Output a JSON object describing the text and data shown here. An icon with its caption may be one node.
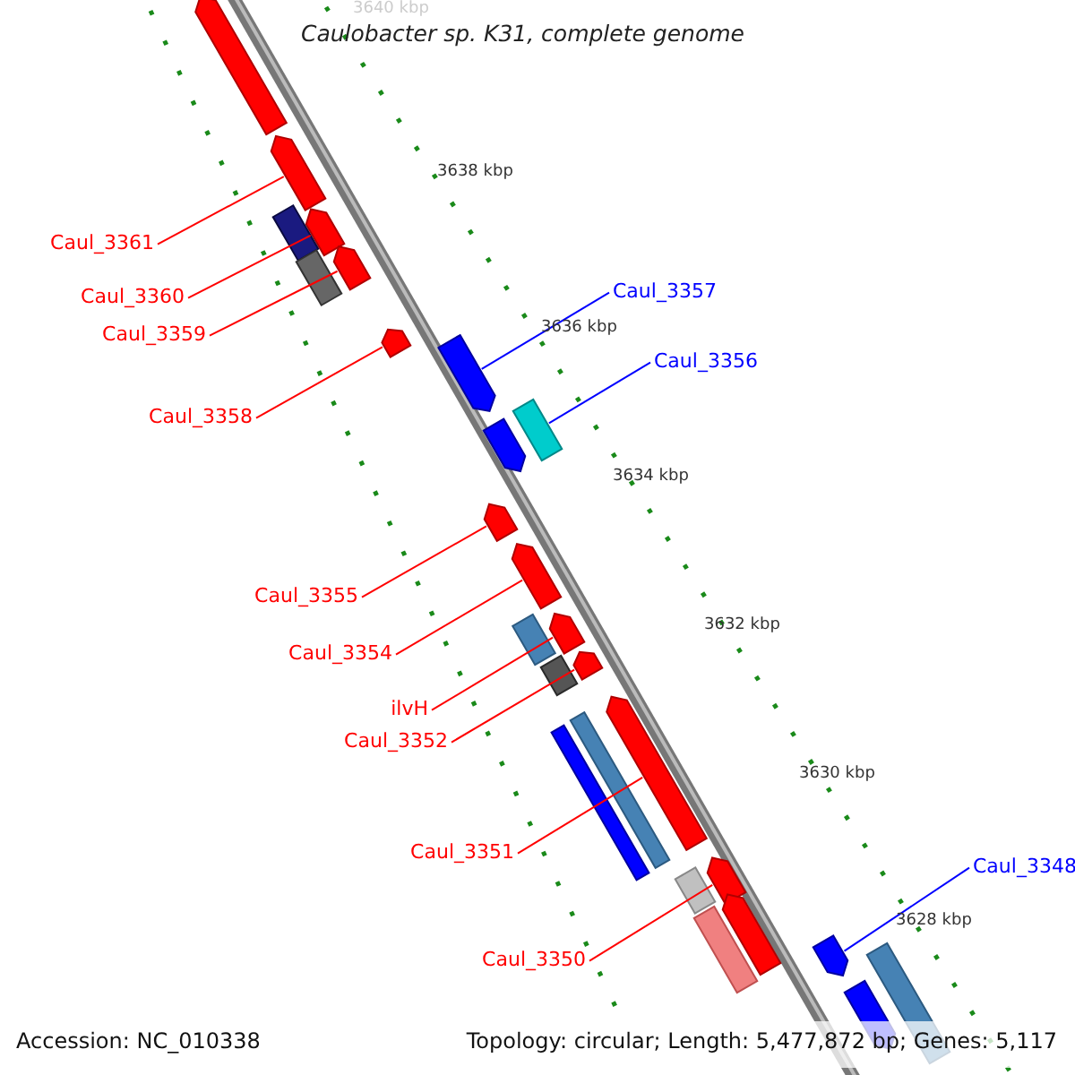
{
  "diagram": {
    "title": "Caulobacter sp. K31, complete genome",
    "nodes": [
      {
        "text": [
          "Caul_3361"
        ]
      },
      {
        "text": [
          "Caul_3357"
        ]
      },
      {
        "text": [
          "Caul_3360"
        ]
      },
      {
        "text": [
          "Caul_3359"
        ]
      },
      {
        "text": [
          "Caul_3356"
        ]
      },
      {
        "text": [
          "Caul_3358"
        ]
      },
      {
        "text": [
          "Caul_3355"
        ]
      },
      {
        "text": [
          "Caul_3354"
        ]
      },
      {
        "text": [
          "ilvH"
        ]
      },
      {
        "text": [
          "Caul_3352"
        ]
      },
      {
        "text": [
          "Caul_3351"
        ]
      },
      {
        "text": [
          "Caul_3348"
        ]
      },
      {
        "text": [
          "Caul_3350"
        ]
      },
      {
        "text": [],
        "shape": "arrow"
      },
      {
        "text": [],
        "shape": "arrow"
      },
      {
        "text": [],
        "shape": "arrow"
      },
      {
        "text": [],
        "shape": "box"
      },
      {
        "text": [],
        "shape": "arrow"
      },
      {
        "text": [],
        "shape": "box"
      },
      {
        "text": [],
        "shape": "arrow"
      },
      {
        "text": [],
        "shape": "arrow"
      },
      {
        "text": [],
        "shape": "box"
      },
      {
        "text": [],
        "shape": "arrow"
      },
      {
        "text": [],
        "shape": "arrow"
      },
      {
        "text": [],
        "shape": "arrow"
      },
      {
        "text": [],
        "shape": "arrow"
      },
      {
        "text": [],
        "shape": "box"
      },
      {
        "text": [],
        "shape": "arrow"
      },
      {
        "text": [],
        "shape": "box"
      },
      {
        "text": [],
        "shape": "arrow"
      },
      {
        "text": [],
        "shape": "box"
      },
      {
        "text": [],
        "shape": "box"
      },
      {
        "text": [],
        "shape": "arrow"
      },
      {
        "text": [],
        "shape": "box"
      },
      {
        "text": [],
        "shape": "arrow"
      },
      {
        "text": [],
        "shape": "box"
      },
      {
        "text": [],
        "shape": "arrow"
      },
      {
        "text": [],
        "shape": "box"
      },
      {
        "text": [],
        "shape": "arrow"
      }
    ],
    "edges": [
      {
        "from": 0,
        "to": 14,
        "arrow": "none"
      },
      {
        "from": 1,
        "to": 20,
        "arrow": "none",
        "color": "#0000ff"
      },
      {
        "from": 2,
        "to": 15,
        "arrow": "none"
      },
      {
        "from": 3,
        "to": 17,
        "arrow": "none"
      },
      {
        "from": 4,
        "to": 21,
        "arrow": "none",
        "color": "#0000ff"
      },
      {
        "from": 5,
        "to": 19,
        "arrow": "none"
      },
      {
        "from": 6,
        "to": 23,
        "arrow": "none"
      },
      {
        "from": 7,
        "to": 24,
        "arrow": "none"
      },
      {
        "from": 8,
        "to": 25,
        "arrow": "none"
      },
      {
        "from": 9,
        "to": 27,
        "arrow": "none"
      },
      {
        "from": 10,
        "to": 29,
        "arrow": "none"
      },
      {
        "from": 11,
        "to": 36,
        "arrow": "none",
        "color": "#0000ff"
      },
      {
        "from": 12,
        "to": 32,
        "arrow": "none"
      }
    ],
    "labels": [
      "3640 kbp",
      "3638 kbp",
      "3636 kbp",
      "3634 kbp",
      "3632 kbp",
      "3630 kbp",
      "3628 kbp",
      "Accession: NC_010338",
      "Topology: circular; Length: 5,477,872 bp; Genes: 5,117"
    ]
  }
}
